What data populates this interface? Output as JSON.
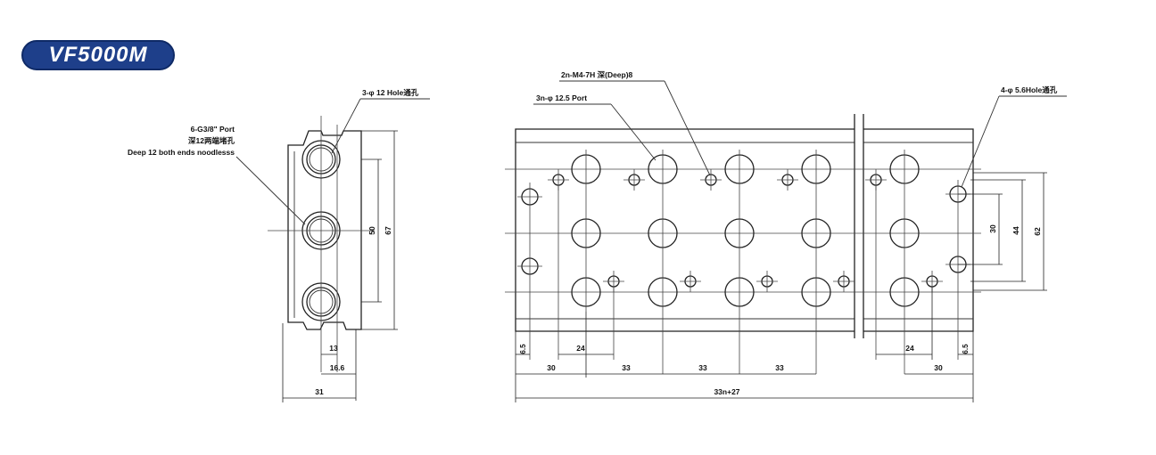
{
  "title": "VF5000M",
  "colors": {
    "badge": "#1e3f8a",
    "line": "#222222"
  },
  "side_view": {
    "callout_holes": "3-φ 12  Hole通孔",
    "callout_port_line1": "6-G3/8\" Port",
    "callout_port_line2": "深12两端堵孔",
    "callout_port_line3": "Deep 12 both ends noodlesss",
    "dim_13": "13",
    "dim_16_6": "16.6",
    "dim_31": "31",
    "dim_50": "50",
    "dim_67": "67"
  },
  "plan_view": {
    "callout_thread": "2n-M4-7H  深(Deep)8",
    "callout_port": "3n-φ 12.5  Port",
    "callout_mount": "4-φ 5.6Hole通孔",
    "dim_6_5_left": "6.5",
    "dim_24_left": "24",
    "dim_30_left": "30",
    "dim_33_a": "33",
    "dim_33_b": "33",
    "dim_33_c": "33",
    "dim_total": "33n+27",
    "dim_24_right": "24",
    "dim_6_5_right": "6.5",
    "dim_30_right": "30",
    "dim_30_v": "30",
    "dim_44_v": "44",
    "dim_62_v": "62"
  }
}
